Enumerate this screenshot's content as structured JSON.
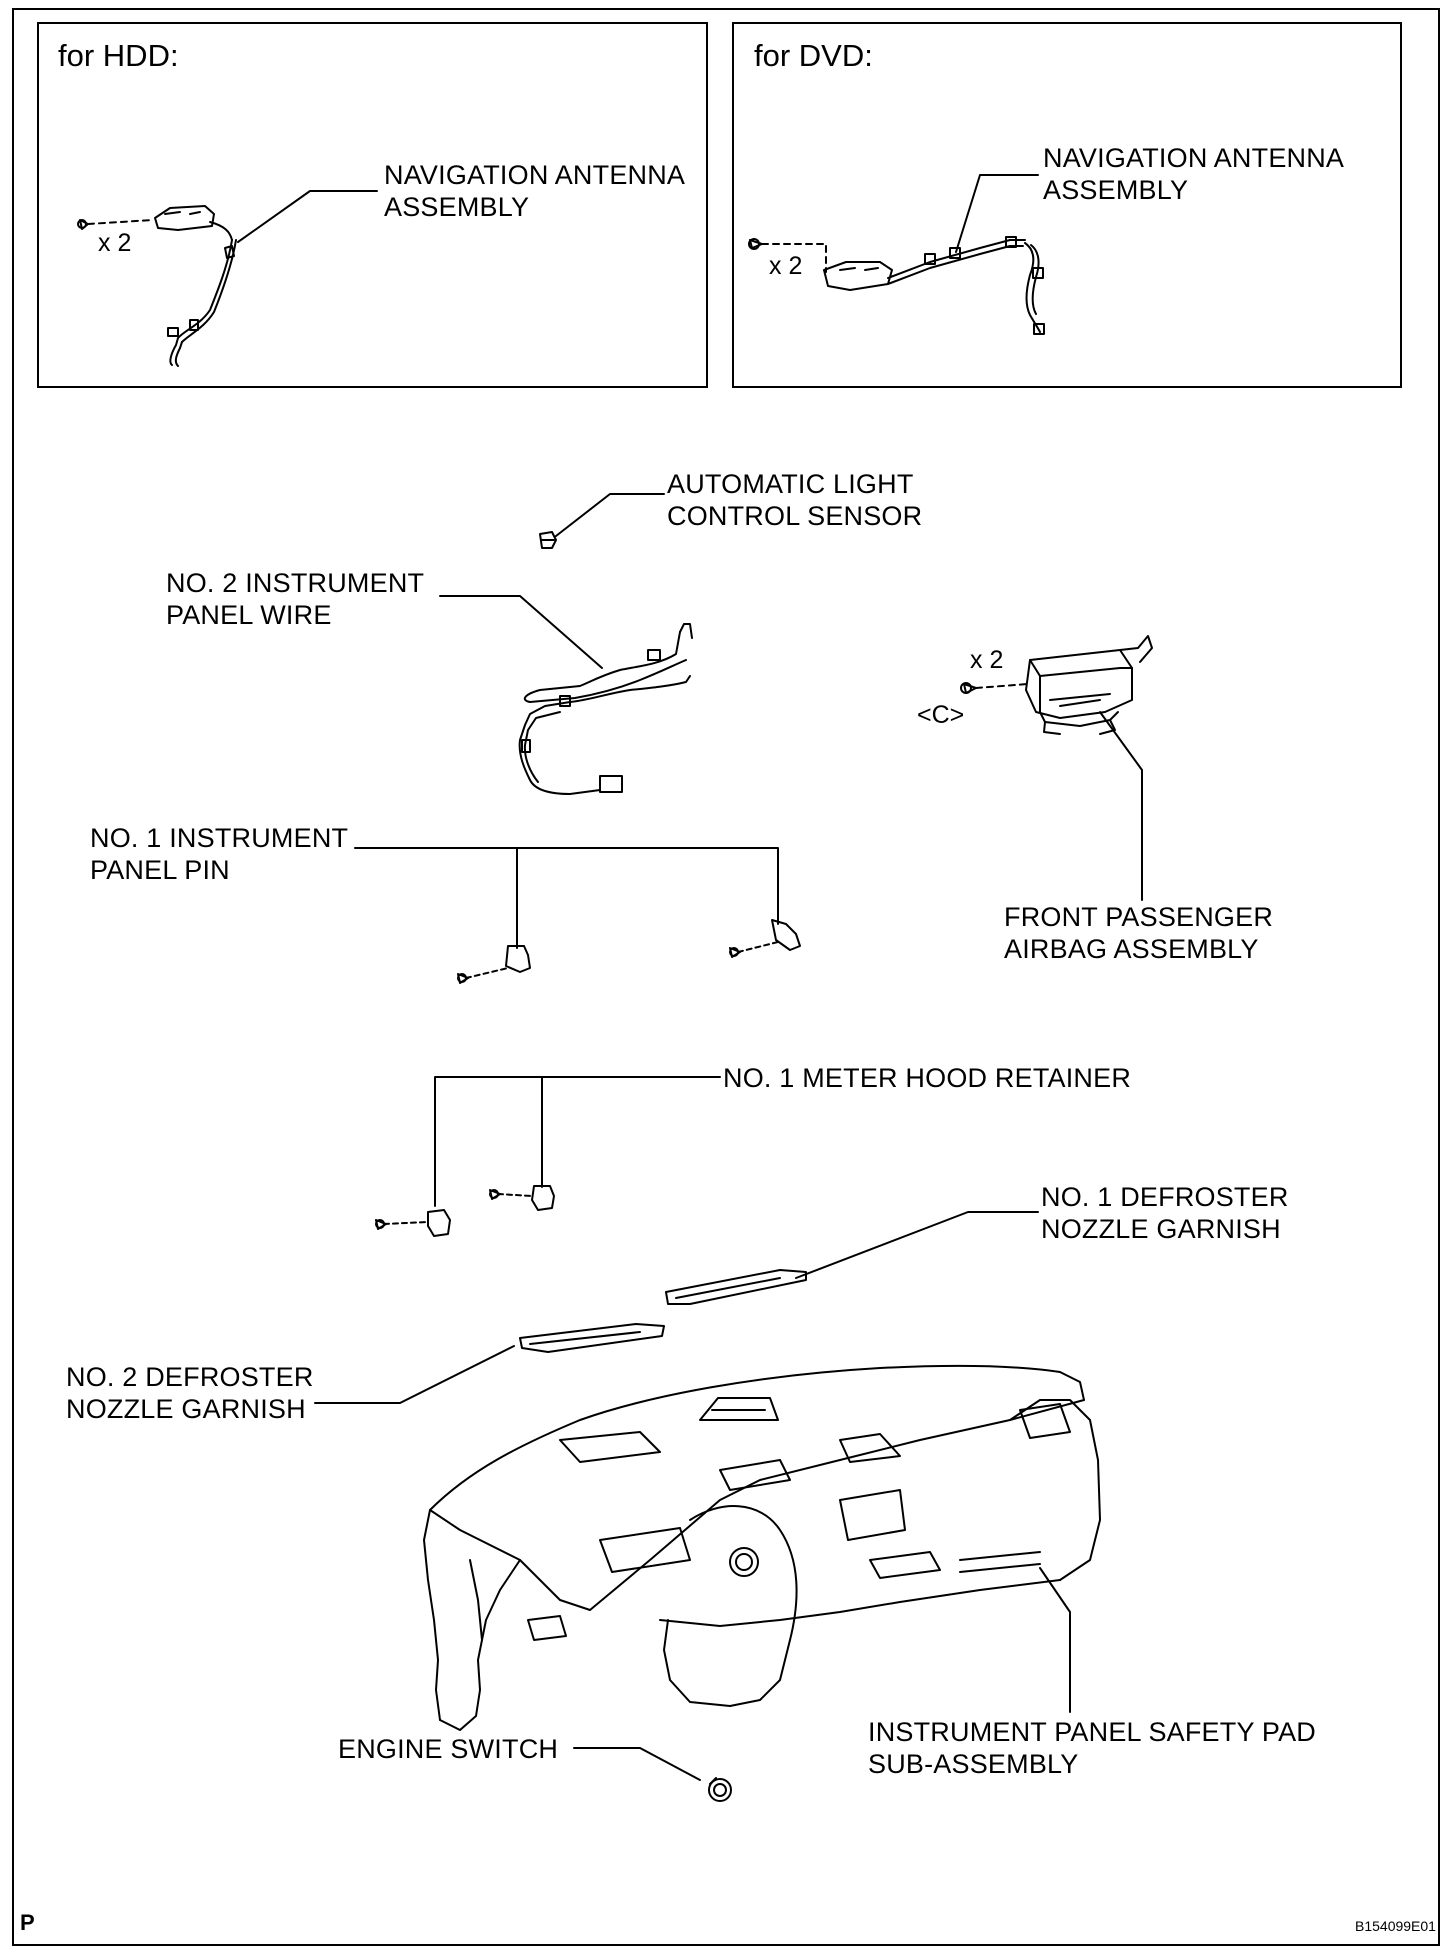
{
  "boxes": {
    "hdd": {
      "title": "for HDD:",
      "label_line1": "NAVIGATION ANTENNA",
      "label_line2": "ASSEMBLY",
      "qty": "x 2"
    },
    "dvd": {
      "title": "for DVD:",
      "label_line1": "NAVIGATION ANTENNA",
      "label_line2": "ASSEMBLY",
      "qty": "x 2"
    }
  },
  "labels": {
    "light_sensor": {
      "line1": "AUTOMATIC LIGHT",
      "line2": "CONTROL SENSOR"
    },
    "panel_wire": {
      "line1": "NO. 2 INSTRUMENT",
      "line2": "PANEL WIRE"
    },
    "panel_pin": {
      "line1": "NO. 1 INSTRUMENT",
      "line2": "PANEL PIN"
    },
    "airbag": {
      "line1": "FRONT PASSENGER",
      "line2": "AIRBAG ASSEMBLY",
      "qty": "x 2",
      "ref": "<C>"
    },
    "meter_hood": {
      "line1": "NO. 1 METER HOOD RETAINER"
    },
    "defroster1": {
      "line1": "NO. 1 DEFROSTER",
      "line2": "NOZZLE GARNISH"
    },
    "defroster2": {
      "line1": "NO. 2 DEFROSTER",
      "line2": "NOZZLE GARNISH"
    },
    "safety_pad": {
      "line1": "INSTRUMENT PANEL SAFETY PAD",
      "line2": "SUB-ASSEMBLY"
    },
    "engine_switch": {
      "line1": "ENGINE SWITCH"
    }
  },
  "footer": {
    "corner_mark": "P",
    "drawing_code": "B154099E01"
  }
}
